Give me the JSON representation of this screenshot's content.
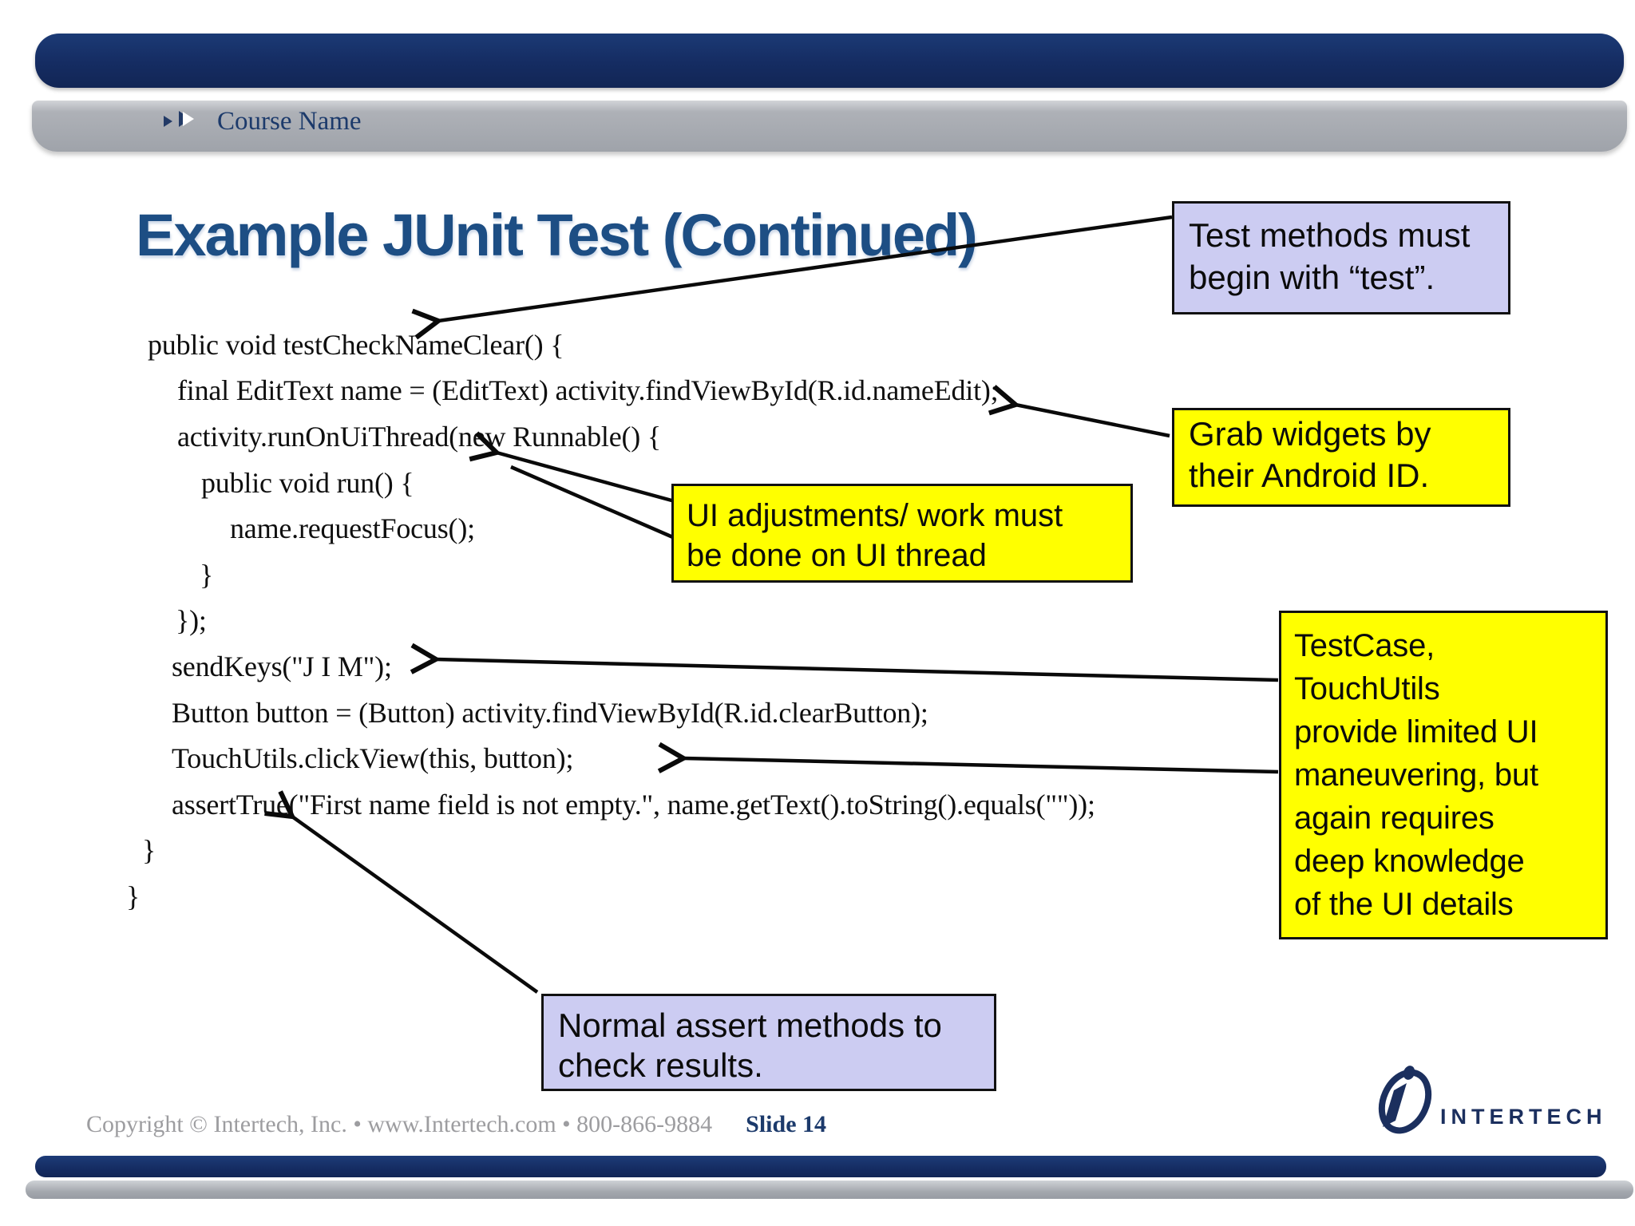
{
  "header": {
    "course_name": "Course Name"
  },
  "title": "Example JUnit Test (Continued)",
  "code": {
    "lines": [
      {
        "text": "public void testCheckNameClear() {",
        "indent": 185
      },
      {
        "text": "final EditText name = (EditText) activity.findViewById(R.id.nameEdit);",
        "indent": 222
      },
      {
        "text": "activity.runOnUiThread(new Runnable() {",
        "indent": 222
      },
      {
        "text": "public void run() {",
        "indent": 252
      },
      {
        "text": "name.requestFocus();",
        "indent": 288
      },
      {
        "text": "}",
        "indent": 250
      },
      {
        "text": "});",
        "indent": 220
      },
      {
        "text": "sendKeys(\"J I M\");",
        "indent": 215
      },
      {
        "text": "Button button = (Button) activity.findViewById(R.id.clearButton);",
        "indent": 215
      },
      {
        "text": "TouchUtils.clickView(this, button);",
        "indent": 215
      },
      {
        "text": "assertTrue(\"First name field is not empty.\", name.getText().toString().equals(\"\"));",
        "indent": 215
      },
      {
        "text": "}",
        "indent": 178
      },
      {
        "text": "}",
        "indent": 158
      }
    ]
  },
  "callouts": {
    "test_methods": {
      "text": "Test methods must\nbegin with “test”."
    },
    "grab_widgets": {
      "text": "Grab widgets by\ntheir Android ID."
    },
    "ui_thread": {
      "text": "UI adjustments/ work must\nbe done on UI thread"
    },
    "testcase": {
      "text": "TestCase,\nTouchUtils\nprovide limited UI\nmaneuvering, but\nagain requires\ndeep knowledge\nof the UI details"
    },
    "assert_methods": {
      "text": "Normal assert methods to\ncheck results."
    }
  },
  "footer": {
    "copyright": "Copyright © Intertech, Inc. • www.Intertech.com • 800-866-9884",
    "slide_label": "Slide 14"
  },
  "logo": {
    "text": "INTERTECH",
    "icon": "intertech-swoosh-icon"
  },
  "colors": {
    "bar_navy": "#152c62",
    "bar_gray": "#a2a6ad",
    "title_blue": "#1d4e84",
    "callout_yellow": "#ffff00",
    "callout_lavender": "#ccccf2",
    "callout_border": "#111111",
    "text_navy": "#1c3a6b",
    "copyright_gray": "#9d9da0",
    "arrow_black": "#0a0a0a"
  }
}
